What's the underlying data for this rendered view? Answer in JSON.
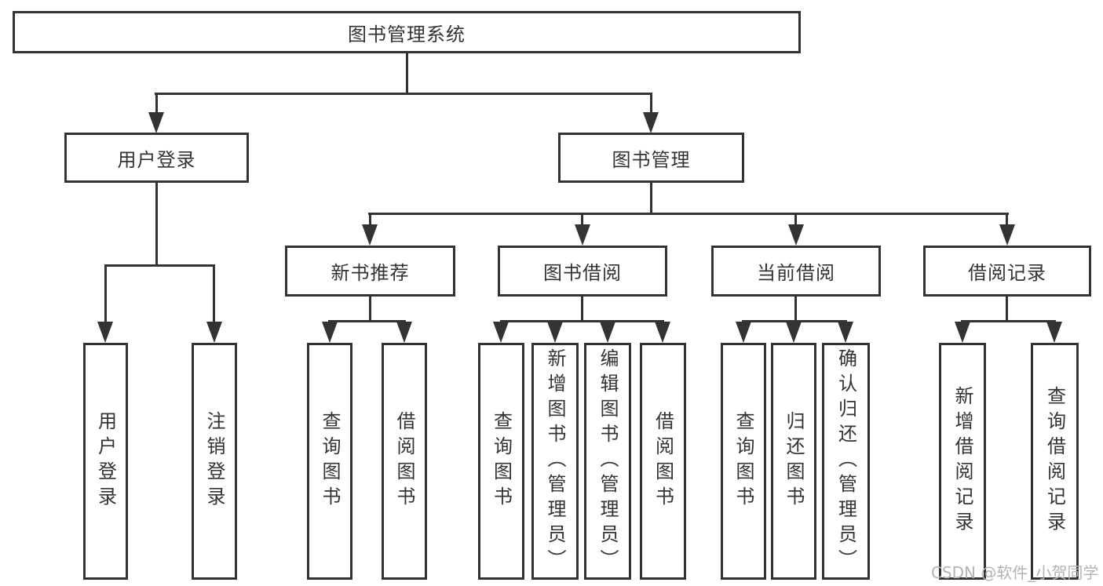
{
  "colors": {
    "line": "#333333",
    "text": "#333333",
    "background": "#ffffff",
    "watermark": "#b3b3b3"
  },
  "nodes": {
    "root": {
      "label": "图书管理系统"
    },
    "user_login": {
      "label": "用户登录"
    },
    "book_management": {
      "label": "图书管理"
    },
    "new_book_recommend": {
      "label": "新书推荐"
    },
    "book_borrow": {
      "label": "图书借阅"
    },
    "current_borrow": {
      "label": "当前借阅"
    },
    "borrow_records": {
      "label": "借阅记录"
    }
  },
  "leaves": {
    "user_login_action": {
      "label": "用户登录"
    },
    "logout_action": {
      "label": "注销登录"
    },
    "recommend_query_books": {
      "label": "查询图书"
    },
    "recommend_borrow_books": {
      "label": "借阅图书"
    },
    "borrow_query_books": {
      "label": "查询图书"
    },
    "borrow_add_books": {
      "label": "新增图书（管理员）"
    },
    "borrow_edit_books": {
      "label": "编辑图书（管理员）"
    },
    "borrow_borrow_books": {
      "label": "借阅图书"
    },
    "current_query_books": {
      "label": "查询图书"
    },
    "current_return_books": {
      "label": "归还图书"
    },
    "current_confirm_return": {
      "label": "确认归还（管理员）"
    },
    "records_add_record": {
      "label": "新增借阅记录"
    },
    "records_query_record": {
      "label": "查询借阅记录"
    }
  },
  "watermark": {
    "text": "CSDN @软件_小贺同学"
  }
}
